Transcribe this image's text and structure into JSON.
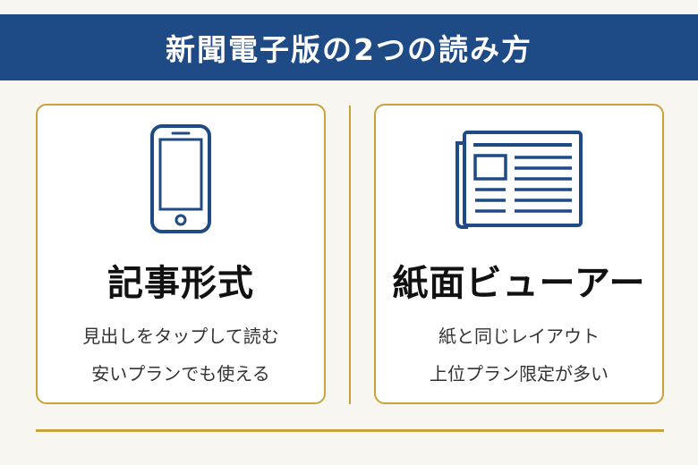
{
  "header": {
    "title": "新聞電子版の2つの読み方"
  },
  "cards": [
    {
      "icon": "smartphone-icon",
      "title": "記事形式",
      "lines": [
        "見出しをタップして読む",
        "安いプランでも使える"
      ]
    },
    {
      "icon": "newspaper-icon",
      "title": "紙面ビューアー",
      "lines": [
        "紙と同じレイアウト",
        "上位プラン限定が多い"
      ]
    }
  ],
  "colors": {
    "banner": "#1e4a86",
    "accent_gold": "#c9a23a",
    "background": "#f8f6f0",
    "icon_blue": "#1e4a86"
  }
}
